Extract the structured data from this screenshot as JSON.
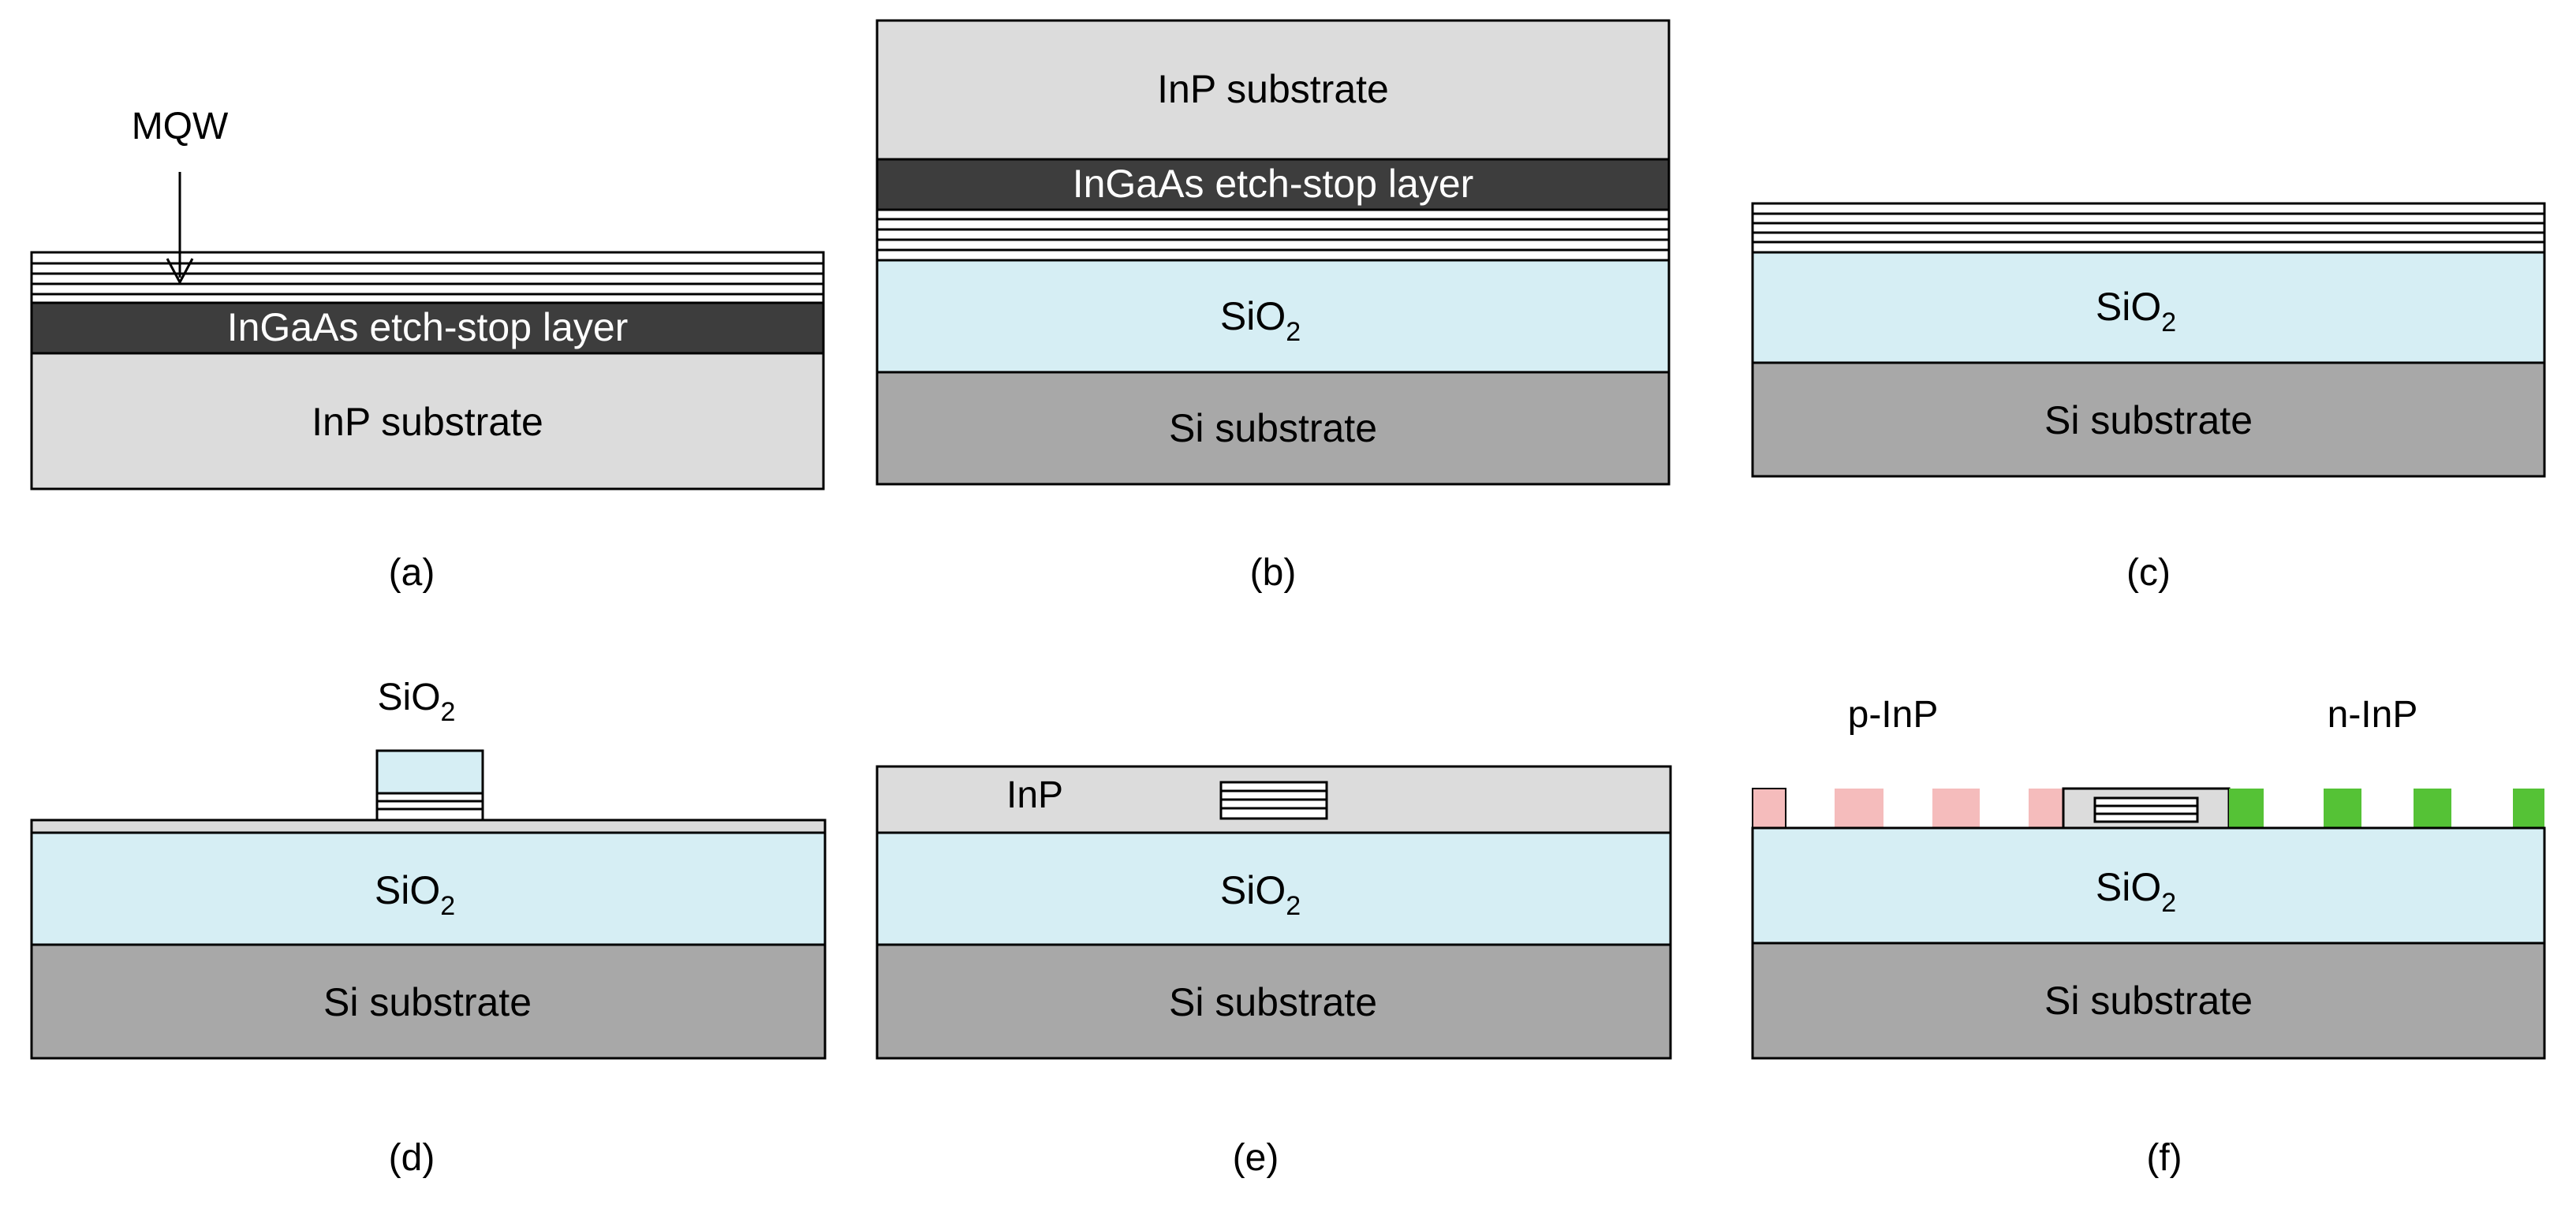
{
  "colors": {
    "inp": "#dcdcdc",
    "ingaas": "#3d3d3d",
    "sio2": "#d6eef4",
    "si": "#a8a8a8",
    "p_inp": "#f5bcbc",
    "n_inp": "#55c236",
    "outline": "#000000"
  },
  "panels": [
    {
      "id": "a",
      "caption": "(a)",
      "layers": {
        "ingaas": "InGaAs etch-stop layer",
        "inp": "InP substrate"
      },
      "annotation": "MQW"
    },
    {
      "id": "b",
      "caption": "(b)",
      "layers": {
        "inp": "InP substrate",
        "ingaas": "InGaAs etch-stop layer",
        "sio2": "SiO",
        "sio2_sub": "2",
        "si": "Si substrate"
      }
    },
    {
      "id": "c",
      "caption": "(c)",
      "layers": {
        "sio2": "SiO",
        "sio2_sub": "2",
        "si": "Si substrate"
      }
    },
    {
      "id": "d",
      "caption": "(d)",
      "layers": {
        "mask": "SiO",
        "mask_sub": "2",
        "sio2": "SiO",
        "sio2_sub": "2",
        "si": "Si substrate"
      }
    },
    {
      "id": "e",
      "caption": "(e)",
      "layers": {
        "inp": "InP",
        "sio2": "SiO",
        "sio2_sub": "2",
        "si": "Si substrate"
      }
    },
    {
      "id": "f",
      "caption": "(f)",
      "layers": {
        "p_inp": "p-InP",
        "n_inp": "n-InP",
        "sio2": "SiO",
        "sio2_sub": "2",
        "si": "Si substrate"
      }
    }
  ]
}
